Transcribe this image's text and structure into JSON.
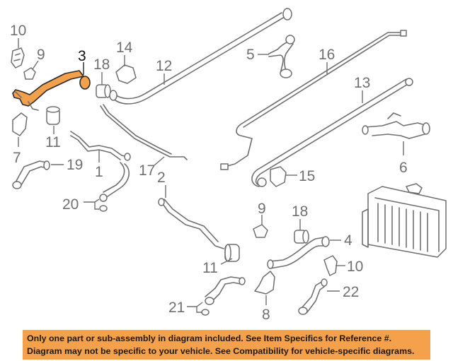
{
  "callouts": {
    "c10a": "10",
    "c9a": "9",
    "c3": "3",
    "c18a": "18",
    "c14": "14",
    "c12": "12",
    "c5": "5",
    "c16": "16",
    "c13": "13",
    "c11a": "11",
    "c7": "7",
    "c19": "19",
    "c1": "1",
    "c17": "17",
    "c6": "6",
    "c15": "15",
    "c20": "20",
    "c2": "2",
    "c9b": "9",
    "c18b": "18",
    "c4": "4",
    "c11b": "11",
    "c10b": "10",
    "c21": "21",
    "c8": "8",
    "c22": "22"
  },
  "highlight_color": "#f2a04b",
  "disclaimer": {
    "line1": "Only one part or sub-assembly in diagram included. See Item Specifics for Reference #.",
    "line2": "Diagram may not be specific to your vehicle. See Compatibility for vehicle-specific diagrams.",
    "background": "#f5a04a"
  }
}
